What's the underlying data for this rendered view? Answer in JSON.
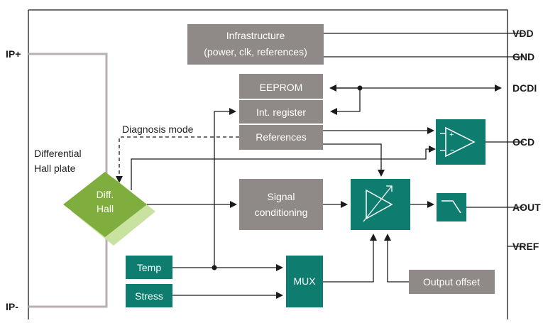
{
  "pins": {
    "ip_plus": "IP+",
    "ip_minus": "IP-",
    "vdd": "VDD",
    "gnd": "GND",
    "dcdi": "DCDI",
    "ocd": "OCD",
    "aout": "AOUT",
    "vref": "VREF"
  },
  "blocks": {
    "infrastructure_line1": "Infrastructure",
    "infrastructure_line2": "(power, clk, references)",
    "eeprom": "EEPROM",
    "int_register": "Int. register",
    "references": "References",
    "signal_conditioning_line1": "Signal",
    "signal_conditioning_line2": "conditioning",
    "temp": "Temp",
    "stress": "Stress",
    "mux": "MUX",
    "output_offset": "Output offset",
    "diff_hall_line1": "Diff.",
    "diff_hall_line2": "Hall"
  },
  "labels": {
    "diagnosis_mode": "Diagnosis mode",
    "differential_hall_plate_line1": "Differential",
    "differential_hall_plate_line2": "Hall plate"
  },
  "icons": {
    "comparator": "comparator-icon",
    "amplifier": "variable-gain-amplifier-icon",
    "filter": "low-pass-filter-icon"
  },
  "colors": {
    "gray_block": "#8f8a87",
    "teal_block": "#0e7c6f",
    "hall_green": "#7fae3f",
    "hall_light": "#c9e2a0",
    "plate_line": "#b9aeb0",
    "wire": "#1a1a1a"
  }
}
